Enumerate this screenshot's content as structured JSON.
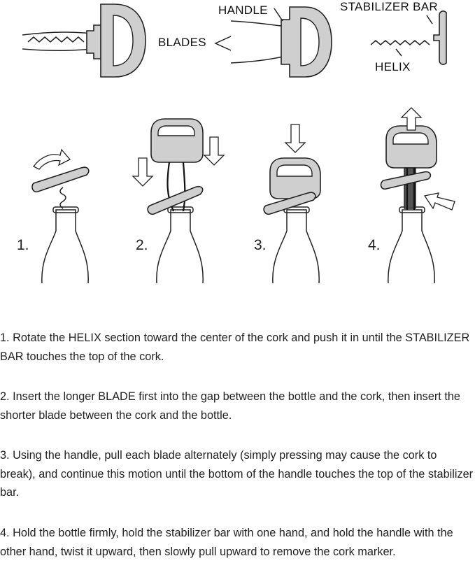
{
  "labels": {
    "handle": "HANDLE",
    "stabilizer_bar": "STABILIZER BAR",
    "blades": "BLADES",
    "helix": "HELIX"
  },
  "step_numbers": [
    "1.",
    "2.",
    "3.",
    "4."
  ],
  "instructions": [
    "1. Rotate the HELIX section toward the center of the cork and push it in until the STABILIZER BAR touches the top of the cork.",
    "2. Insert the longer BLADE first into the gap between the bottle and the cork, then insert the shorter blade between the cork and the bottle.",
    "3. Using the handle, pull each blade alternately (simply pressing may cause the cork to break), and continue this motion until the bottom of the handle touches the top of the stabilizer bar.",
    "4. Hold the bottle firmly, hold the stabilizer bar with one hand, and hold the handle with the other hand, twist it upward, then slowly pull upward to remove the cork marker."
  ]
}
